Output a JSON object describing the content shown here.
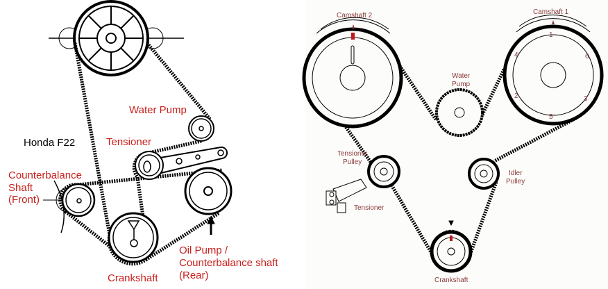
{
  "left_diagram": {
    "title": "Honda F22",
    "labels": {
      "water_pump": "Water Pump",
      "tensioner": "Tensioner",
      "counterbalance_front_1": "Counterbalance",
      "counterbalance_front_2": "Shaft",
      "counterbalance_front_3": "(Front)",
      "oil_pump_1": "Oil Pump /",
      "oil_pump_2": "Counterbalance shaft",
      "oil_pump_3": "(Rear)",
      "crankshaft": "Crankshaft"
    },
    "label_color": "#c8201c"
  },
  "right_diagram": {
    "labels": {
      "camshaft_2": "Camshaft 2",
      "camshaft_1": "Camshaft 1",
      "water_pump_1": "Water",
      "water_pump_2": "Pump",
      "tensioner_pulley_1": "Tensioner",
      "tensioner_pulley_2": "Pulley",
      "idler_pulley_1": "Idler",
      "idler_pulley_2": "Pulley",
      "tensioner": "Tensioner",
      "crankshaft": "Crankshaft"
    },
    "cam_marks": [
      "1",
      "2",
      "3",
      "4",
      "5",
      "6"
    ],
    "label_color": "#8a3b3b",
    "mark_color": "#c0181c"
  }
}
